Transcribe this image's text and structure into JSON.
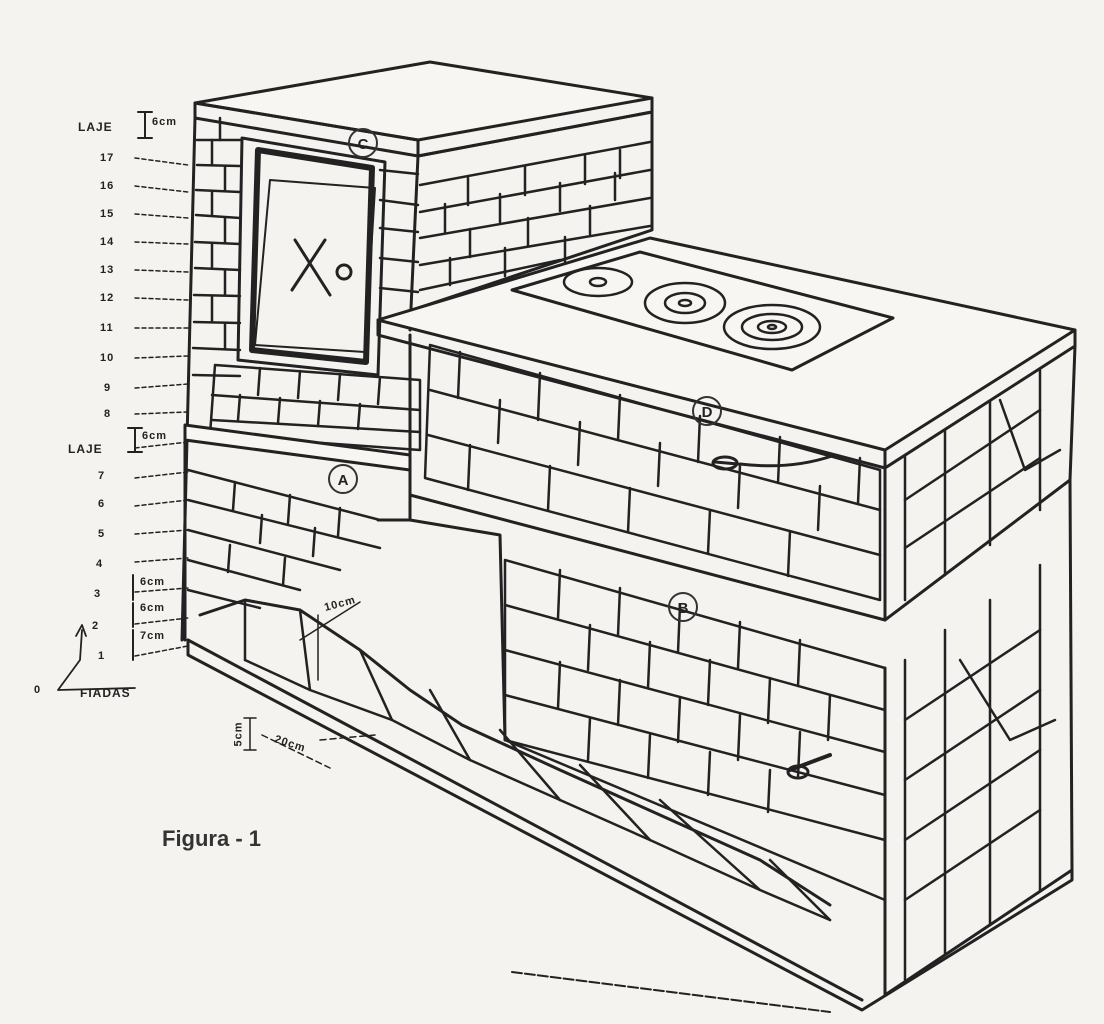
{
  "figure": {
    "title": "Figura - 1",
    "rows_label": "FIADAS",
    "rows": [
      {
        "label": "LAJE",
        "dim": "6cm"
      },
      {
        "label": "17"
      },
      {
        "label": "16"
      },
      {
        "label": "15"
      },
      {
        "label": "14"
      },
      {
        "label": "13"
      },
      {
        "label": "12"
      },
      {
        "label": "11"
      },
      {
        "label": "10"
      },
      {
        "label": "9"
      },
      {
        "label": "8"
      },
      {
        "label": "LAJE",
        "dim": "6cm"
      },
      {
        "label": "7"
      },
      {
        "label": "6"
      },
      {
        "label": "5"
      },
      {
        "label": "4"
      },
      {
        "label": "3",
        "dim": "6cm"
      },
      {
        "label": "2",
        "dim": "6cm"
      },
      {
        "label": "1",
        "dim": "7cm"
      }
    ],
    "callouts": {
      "a": "A",
      "b": "B",
      "c": "C",
      "d": "D"
    },
    "dimensions": {
      "depth": "10cm",
      "height": "5cm",
      "width": "20cm"
    },
    "axis_origin": "0"
  }
}
